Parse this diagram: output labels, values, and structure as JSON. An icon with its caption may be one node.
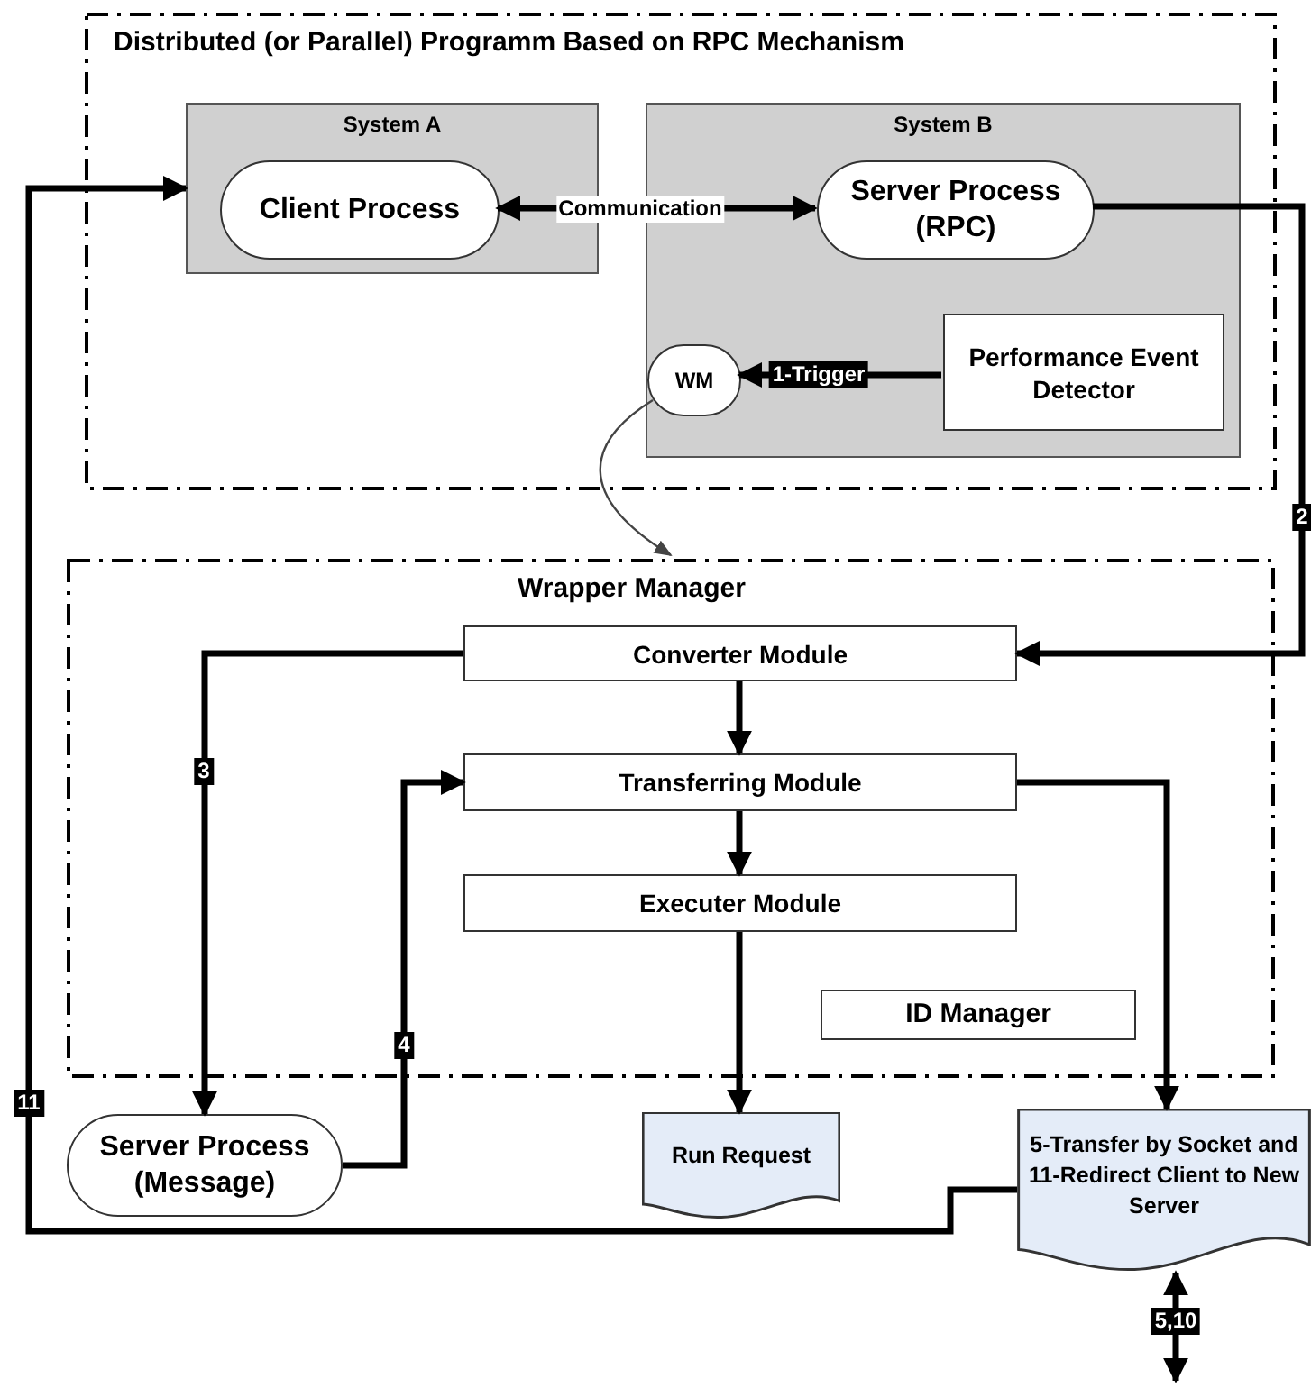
{
  "diagram": {
    "nodes": [
      {
        "text": [
          "Distributed (or Parallel) Programm Based on RPC Mechanism"
        ]
      },
      {
        "text": [
          "System A"
        ],
        "in": 0
      },
      {
        "text": [
          "Client Process"
        ],
        "in": 1
      },
      {
        "text": [
          "System B"
        ],
        "in": 0
      },
      {
        "text": [
          "Server Process (RPC)"
        ],
        "in": 3
      },
      {
        "text": [
          "WM"
        ],
        "in": 3
      },
      {
        "text": [
          "Performance Event Detector"
        ],
        "in": 3
      },
      {
        "text": [
          "Wrapper Manager"
        ]
      },
      {
        "text": [
          "Converter Module"
        ],
        "in": 7
      },
      {
        "text": [
          "Transferring Module"
        ],
        "in": 7
      },
      {
        "text": [
          "Executer Module"
        ],
        "in": 7
      },
      {
        "text": [
          "ID Manager"
        ],
        "in": 7
      },
      {
        "text": [
          "Server Process (Message)"
        ]
      },
      {
        "text": [
          "Run Request"
        ]
      },
      {
        "text": [
          "5-Transfer by Socket and 11-Redirect Client to New Server"
        ]
      }
    ],
    "edges": [
      {
        "from": 2,
        "to": 4,
        "arrow": "both",
        "label": "Communication"
      },
      {
        "from": 6,
        "to": 5,
        "arrow": "to",
        "label": "1-Trigger"
      },
      {
        "from": 5,
        "to": 7,
        "arrow": "to"
      },
      {
        "from": 4,
        "to": 8,
        "arrow": "to",
        "label": "2"
      },
      {
        "from": 8,
        "to": 9,
        "arrow": "to"
      },
      {
        "from": 8,
        "to": 12,
        "arrow": "to",
        "label": "3"
      },
      {
        "from": 12,
        "to": 9,
        "arrow": "to",
        "label": "4"
      },
      {
        "from": 9,
        "to": 10,
        "arrow": "to"
      },
      {
        "from": 10,
        "to": 13,
        "arrow": "to"
      },
      {
        "from": 9,
        "to": 14,
        "arrow": "to"
      },
      {
        "from": 14,
        "to": 1,
        "arrow": "to",
        "label": "11"
      },
      {
        "from": 14,
        "to": null,
        "arrow": "both",
        "label": "5,10"
      }
    ]
  }
}
